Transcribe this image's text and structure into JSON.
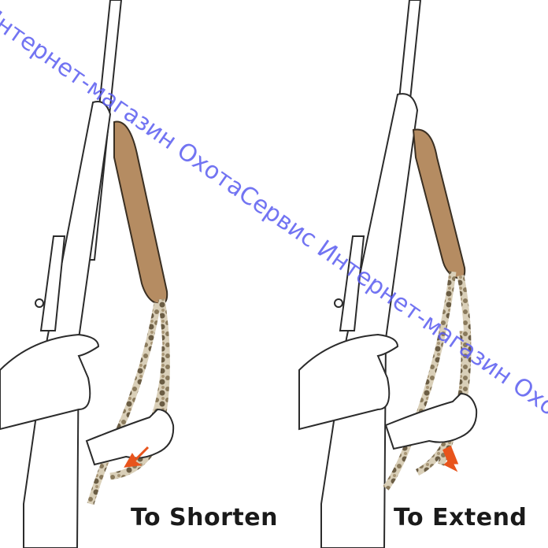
{
  "captions": {
    "left": "To Shorten",
    "right": "To Extend"
  },
  "watermark": {
    "text": "Интернет-магазин ОхотаСервис Интернет-магазин ОхотаСервис"
  },
  "colors": {
    "outline": "#2b2b2b",
    "pad": "#b58c62",
    "camo": "#8a7a5c",
    "arrow": "#e8541c",
    "watermark": "#5a5cf0"
  },
  "icons": [
    "rifle-illustration",
    "sling-pad",
    "camo-strap",
    "hand",
    "direction-arrow"
  ]
}
